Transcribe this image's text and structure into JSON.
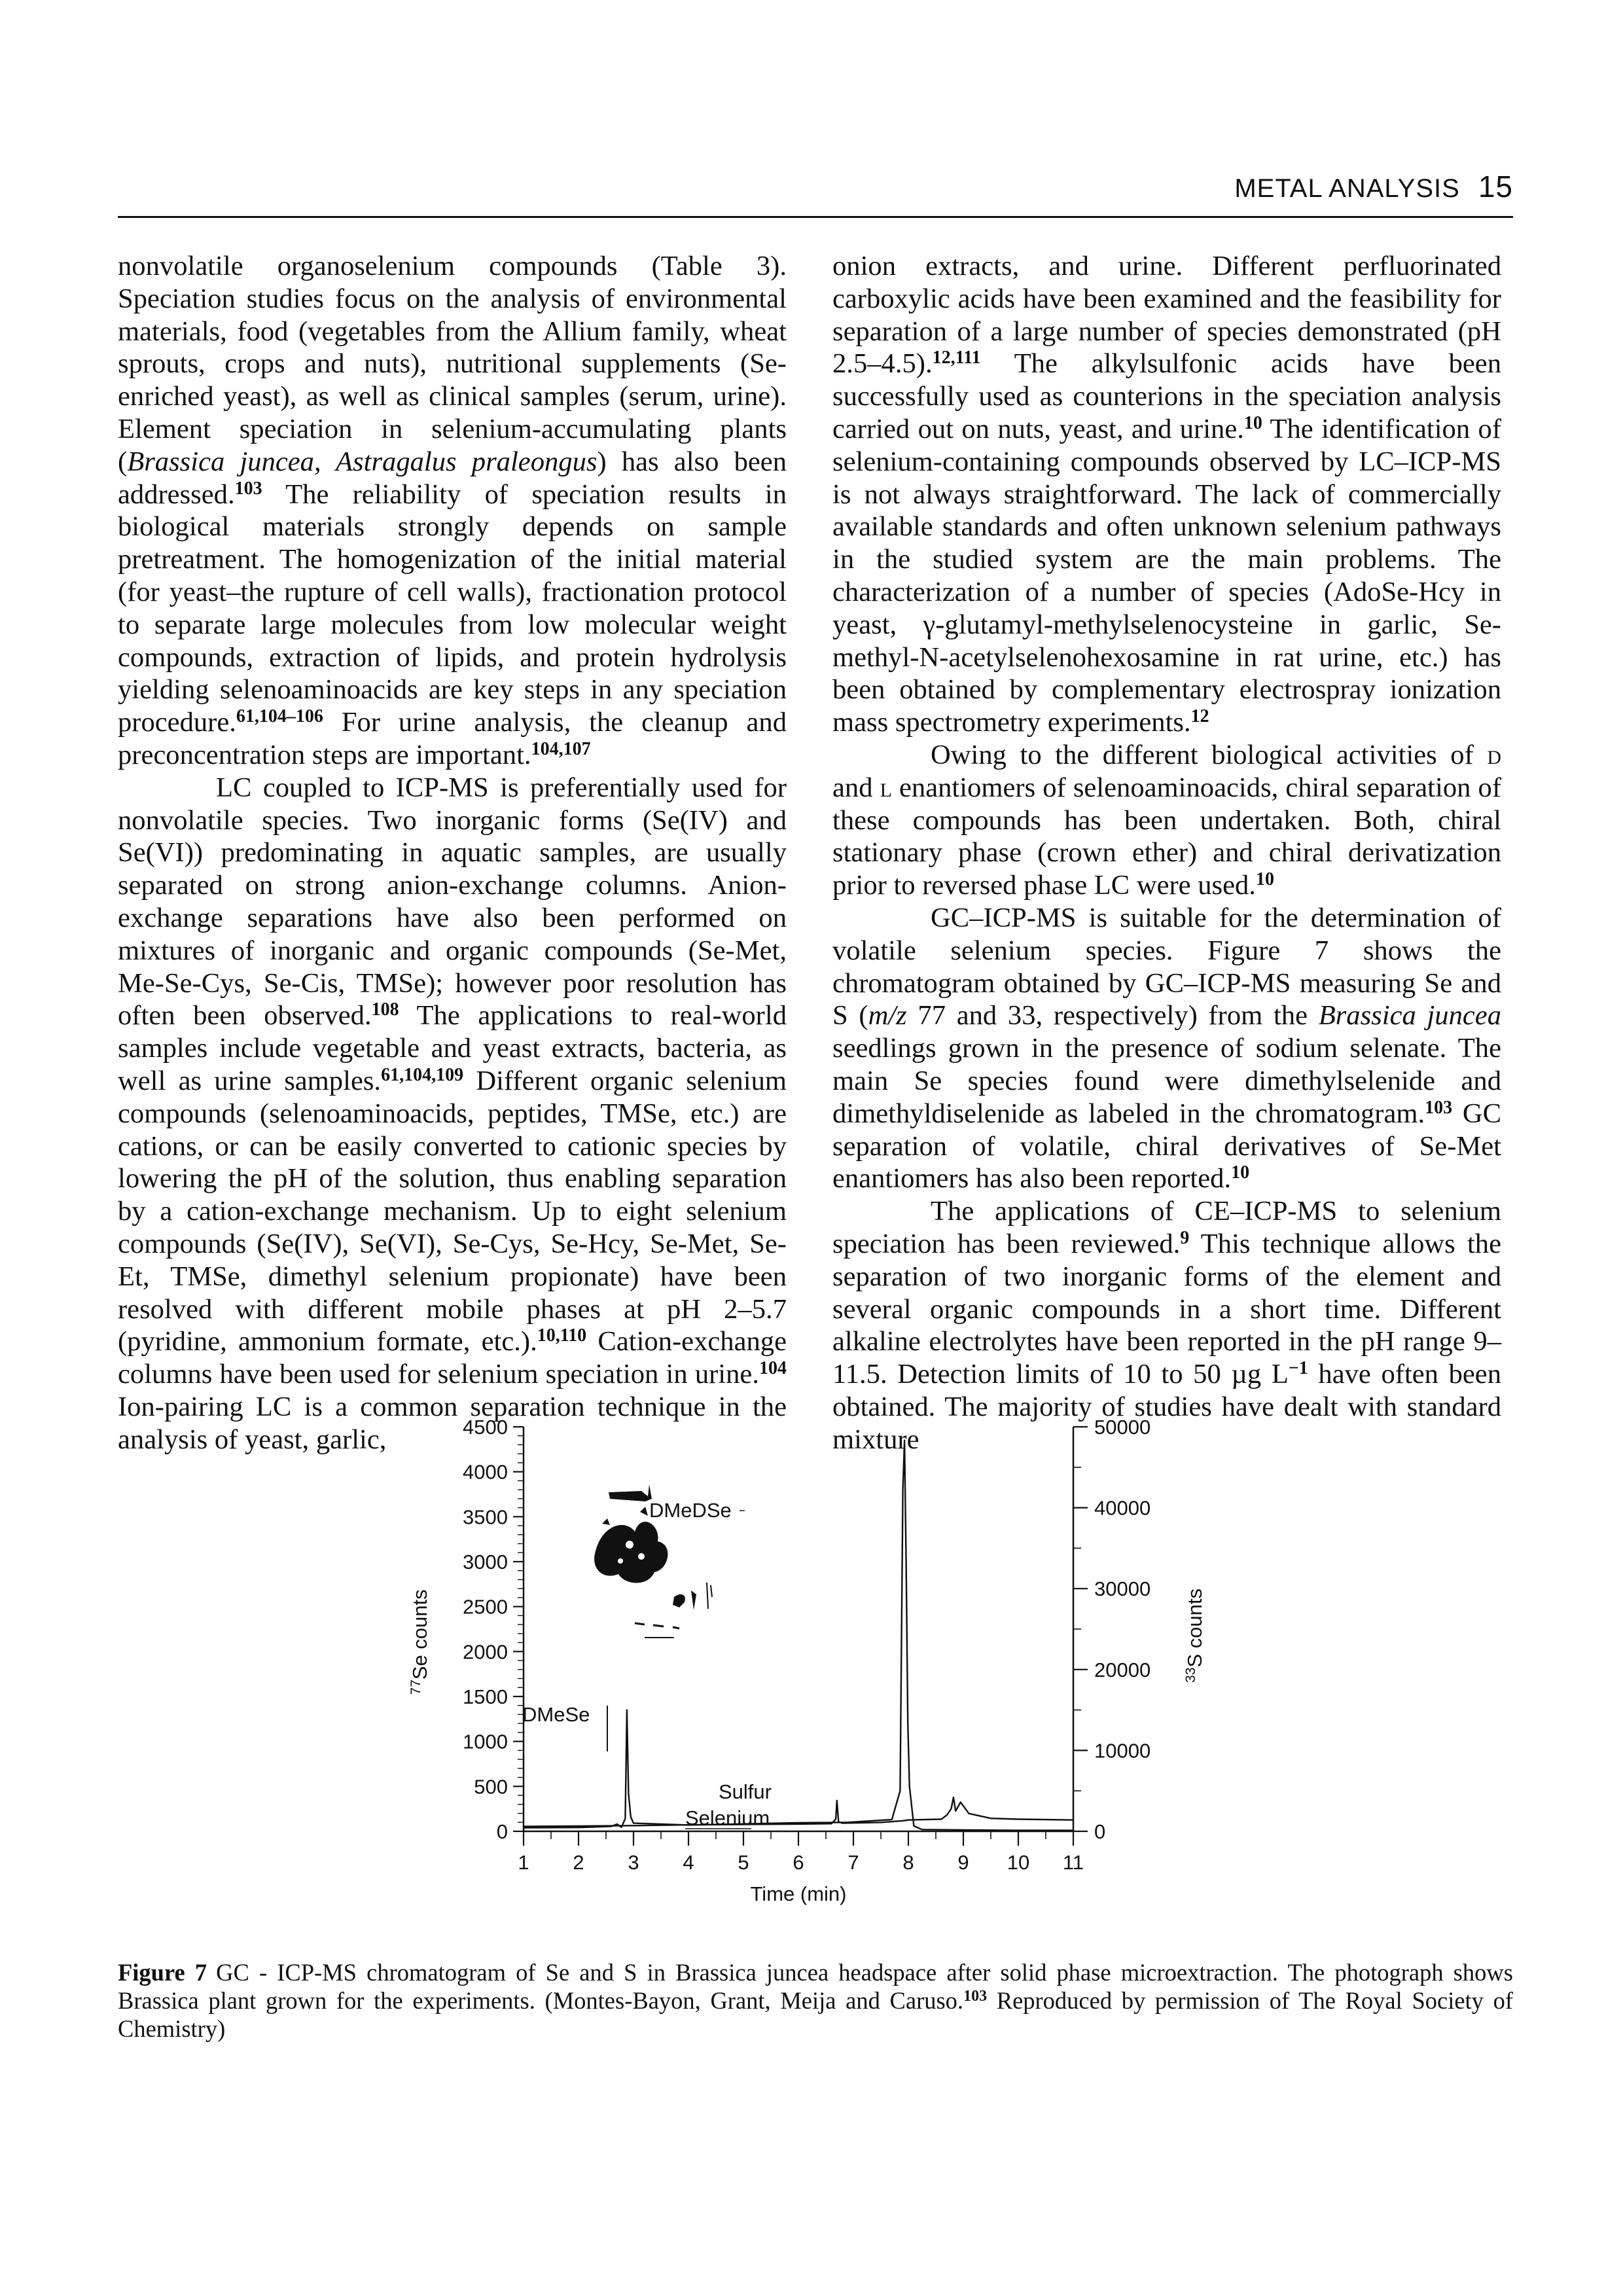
{
  "running_head": {
    "section": "METAL ANALYSIS",
    "page_number": "15"
  },
  "left_column": {
    "p1": [
      {
        "t": "nonvolatile organoselenium compounds (Table 3). Speciation studies focus on the analysis of environmental materials, food (vegetables from the Allium family, wheat sprouts, crops and nuts), nutritional supplements (Se-enriched yeast), as well as clinical samples (serum, urine). Element speciation in selenium-accumulating plants ("
      },
      {
        "t": "Brassica juncea, Astragalus praleongus",
        "s": "i"
      },
      {
        "t": ") has also been addressed."
      },
      {
        "t": "103",
        "s": "sup"
      },
      {
        "t": " The reliability of speciation results in biological materials strongly depends on sample pretreatment. The homogenization of the initial material (for yeast–the rupture of cell walls), fractionation protocol to separate large molecules from low molecular weight compounds, extraction of lipids, and protein hydrolysis yielding selenoaminoacids are key steps in any speciation procedure."
      },
      {
        "t": "61,104–106",
        "s": "sup"
      },
      {
        "t": " For urine analysis, the cleanup and preconcentration steps are important."
      },
      {
        "t": "104,107",
        "s": "sup"
      }
    ],
    "p2": [
      {
        "t": "LC coupled to ICP-MS is preferentially used for nonvolatile species. Two inorganic forms (Se(IV) and Se(VI)) predominating in aquatic samples, are usually separated on strong anion-exchange columns. Anion-exchange separations have also been performed on mixtures of inorganic and organic compounds (Se-Met, Me-Se-Cys, Se-Cis, TMSe); however poor resolution has often been observed."
      },
      {
        "t": "108",
        "s": "sup"
      },
      {
        "t": " The applications to real-world samples include vegetable and yeast extracts, bacteria, as well as urine samples."
      },
      {
        "t": "61,104,109",
        "s": "sup"
      },
      {
        "t": " Different organic selenium compounds (selenoaminoacids, peptides, TMSe, etc.) are cations, or can be easily converted to cationic species by lowering the pH of the solution, thus enabling separation by a cation-exchange mechanism. Up to eight selenium compounds (Se(IV), Se(VI), Se-Cys, Se-Hcy, Se-Met, Se-Et, TMSe, dimethyl selenium propionate) have been resolved with different mobile phases at pH 2–5.7 (pyridine, ammonium formate, etc.)."
      },
      {
        "t": "10,110",
        "s": "sup"
      },
      {
        "t": " Cation-exchange columns have been used for selenium speciation in urine."
      },
      {
        "t": "104",
        "s": "sup"
      },
      {
        "t": " Ion-pairing LC is a common separation technique in the analysis of yeast, garlic,"
      }
    ]
  },
  "right_column": {
    "p1": [
      {
        "t": "onion extracts, and urine. Different perfluorinated carboxylic acids have been examined and the feasibility for separation of a large number of species demonstrated (pH 2.5–4.5)."
      },
      {
        "t": "12,111",
        "s": "sup"
      },
      {
        "t": " The alkylsulfonic acids have been successfully used as counterions in the speciation analysis carried out on nuts, yeast, and urine."
      },
      {
        "t": "10",
        "s": "sup"
      },
      {
        "t": " The identification of selenium-containing compounds observed by LC–ICP-MS is not always straightforward. The lack of commercially available standards and often unknown selenium pathways in the studied system are the main problems. The characterization of a number of species (AdoSe-Hcy in yeast, γ-glutamyl-methylselenocysteine in garlic, Se-methyl-N-acetylselenohexosamine in rat urine, etc.) has been obtained by complementary electrospray ionization mass spectrometry experiments."
      },
      {
        "t": "12",
        "s": "sup"
      }
    ],
    "p2": [
      {
        "t": "Owing to the different biological activities of "
      },
      {
        "t": "d",
        "s": "sc"
      },
      {
        "t": " and "
      },
      {
        "t": "l",
        "s": "sc"
      },
      {
        "t": " enantiomers of selenoaminoacids, chiral separation of these compounds has been undertaken. Both, chiral stationary phase (crown ether) and chiral derivatization prior to reversed phase LC were used."
      },
      {
        "t": "10",
        "s": "sup"
      }
    ],
    "p3": [
      {
        "t": "GC–ICP-MS is suitable for the determination of volatile selenium species. Figure 7 shows the chromatogram obtained by GC–ICP-MS measuring Se and S ("
      },
      {
        "t": "m/z",
        "s": "i"
      },
      {
        "t": " 77 and 33, respectively) from the "
      },
      {
        "t": "Brassica juncea",
        "s": "i"
      },
      {
        "t": " seedlings grown in the presence of sodium selenate. The main Se species found were dimethylselenide and dimethyldiselenide as labeled in the chromatogram."
      },
      {
        "t": "103",
        "s": "sup"
      },
      {
        "t": " GC separation of volatile, chiral derivatives of Se-Met enantiomers has also been reported."
      },
      {
        "t": "10",
        "s": "sup"
      }
    ],
    "p4": [
      {
        "t": "The applications of CE–ICP-MS to selenium speciation has been reviewed."
      },
      {
        "t": "9",
        "s": "sup"
      },
      {
        "t": " This technique allows the separation of two inorganic forms of the element and several organic compounds in a short time. Different alkaline electrolytes have been reported in the pH range 9–11.5. Detection limits of 10 to 50 µg L"
      },
      {
        "t": "−1",
        "s": "sup"
      },
      {
        "t": " have often been obtained. The majority of studies have dealt with standard mixture"
      }
    ]
  },
  "chart_data": {
    "type": "line",
    "xlabel": "Time (min)",
    "ylabel_left": "77Se counts",
    "ylabel_right": "33S counts",
    "x_ticks": [
      1,
      2,
      3,
      4,
      5,
      6,
      7,
      8,
      9,
      10,
      11
    ],
    "xlim": [
      1,
      11
    ],
    "y_left_ticks": [
      0,
      500,
      1000,
      1500,
      2000,
      2500,
      3000,
      3500,
      4000,
      4500
    ],
    "ylim_left": [
      0,
      4500
    ],
    "y_right_ticks": [
      "0",
      "10000",
      "20000",
      "30000",
      "40000",
      "50000"
    ],
    "ylim_right": [
      0,
      50000
    ],
    "grid": false,
    "series": [
      {
        "name": "Selenium",
        "axis": "left",
        "points": [
          [
            1.0,
            40
          ],
          [
            2.0,
            42
          ],
          [
            2.6,
            55
          ],
          [
            2.7,
            80
          ],
          [
            2.78,
            45
          ],
          [
            2.85,
            140
          ],
          [
            2.88,
            1350
          ],
          [
            2.91,
            420
          ],
          [
            2.95,
            160
          ],
          [
            3.0,
            90
          ],
          [
            4.0,
            70
          ],
          [
            6.0,
            95
          ],
          [
            6.9,
            100
          ],
          [
            7.7,
            130
          ],
          [
            7.85,
            450
          ],
          [
            7.9,
            3800
          ],
          [
            7.93,
            4350
          ],
          [
            7.96,
            3000
          ],
          [
            7.99,
            1200
          ],
          [
            8.02,
            500
          ],
          [
            8.1,
            60
          ],
          [
            8.25,
            20
          ],
          [
            9.0,
            15
          ],
          [
            10.0,
            10
          ],
          [
            11.0,
            10
          ]
        ]
      },
      {
        "name": "Sulfur",
        "axis": "right",
        "points": [
          [
            1.0,
            600
          ],
          [
            2.0,
            650
          ],
          [
            3.0,
            700
          ],
          [
            4.0,
            800
          ],
          [
            5.0,
            850
          ],
          [
            6.0,
            900
          ],
          [
            6.6,
            950
          ],
          [
            6.68,
            1500
          ],
          [
            6.7,
            3800
          ],
          [
            6.73,
            1200
          ],
          [
            6.8,
            1000
          ],
          [
            7.5,
            1100
          ],
          [
            7.9,
            1300
          ],
          [
            8.0,
            1400
          ],
          [
            8.6,
            1500
          ],
          [
            8.7,
            2000
          ],
          [
            8.78,
            2800
          ],
          [
            8.82,
            4200
          ],
          [
            8.86,
            2500
          ],
          [
            8.95,
            3600
          ],
          [
            9.1,
            2200
          ],
          [
            9.5,
            1600
          ],
          [
            10.0,
            1500
          ],
          [
            11.0,
            1400
          ]
        ]
      }
    ],
    "annotations": [
      "DMeDSe",
      "DMeSe",
      "Sulfur",
      "Selenium"
    ]
  },
  "caption": [
    {
      "t": "Figure 7",
      "s": "label"
    },
    {
      "t": "GC - ICP-MS chromatogram of Se and S in Brassica juncea headspace after solid phase microextraction. The photograph shows Brassica plant grown for the experiments. (Montes-Bayon, Grant, Meija and Caruso."
    },
    {
      "t": "103",
      "s": "sup"
    },
    {
      "t": " Reproduced by permission of The Royal Society of Chemistry)"
    }
  ]
}
